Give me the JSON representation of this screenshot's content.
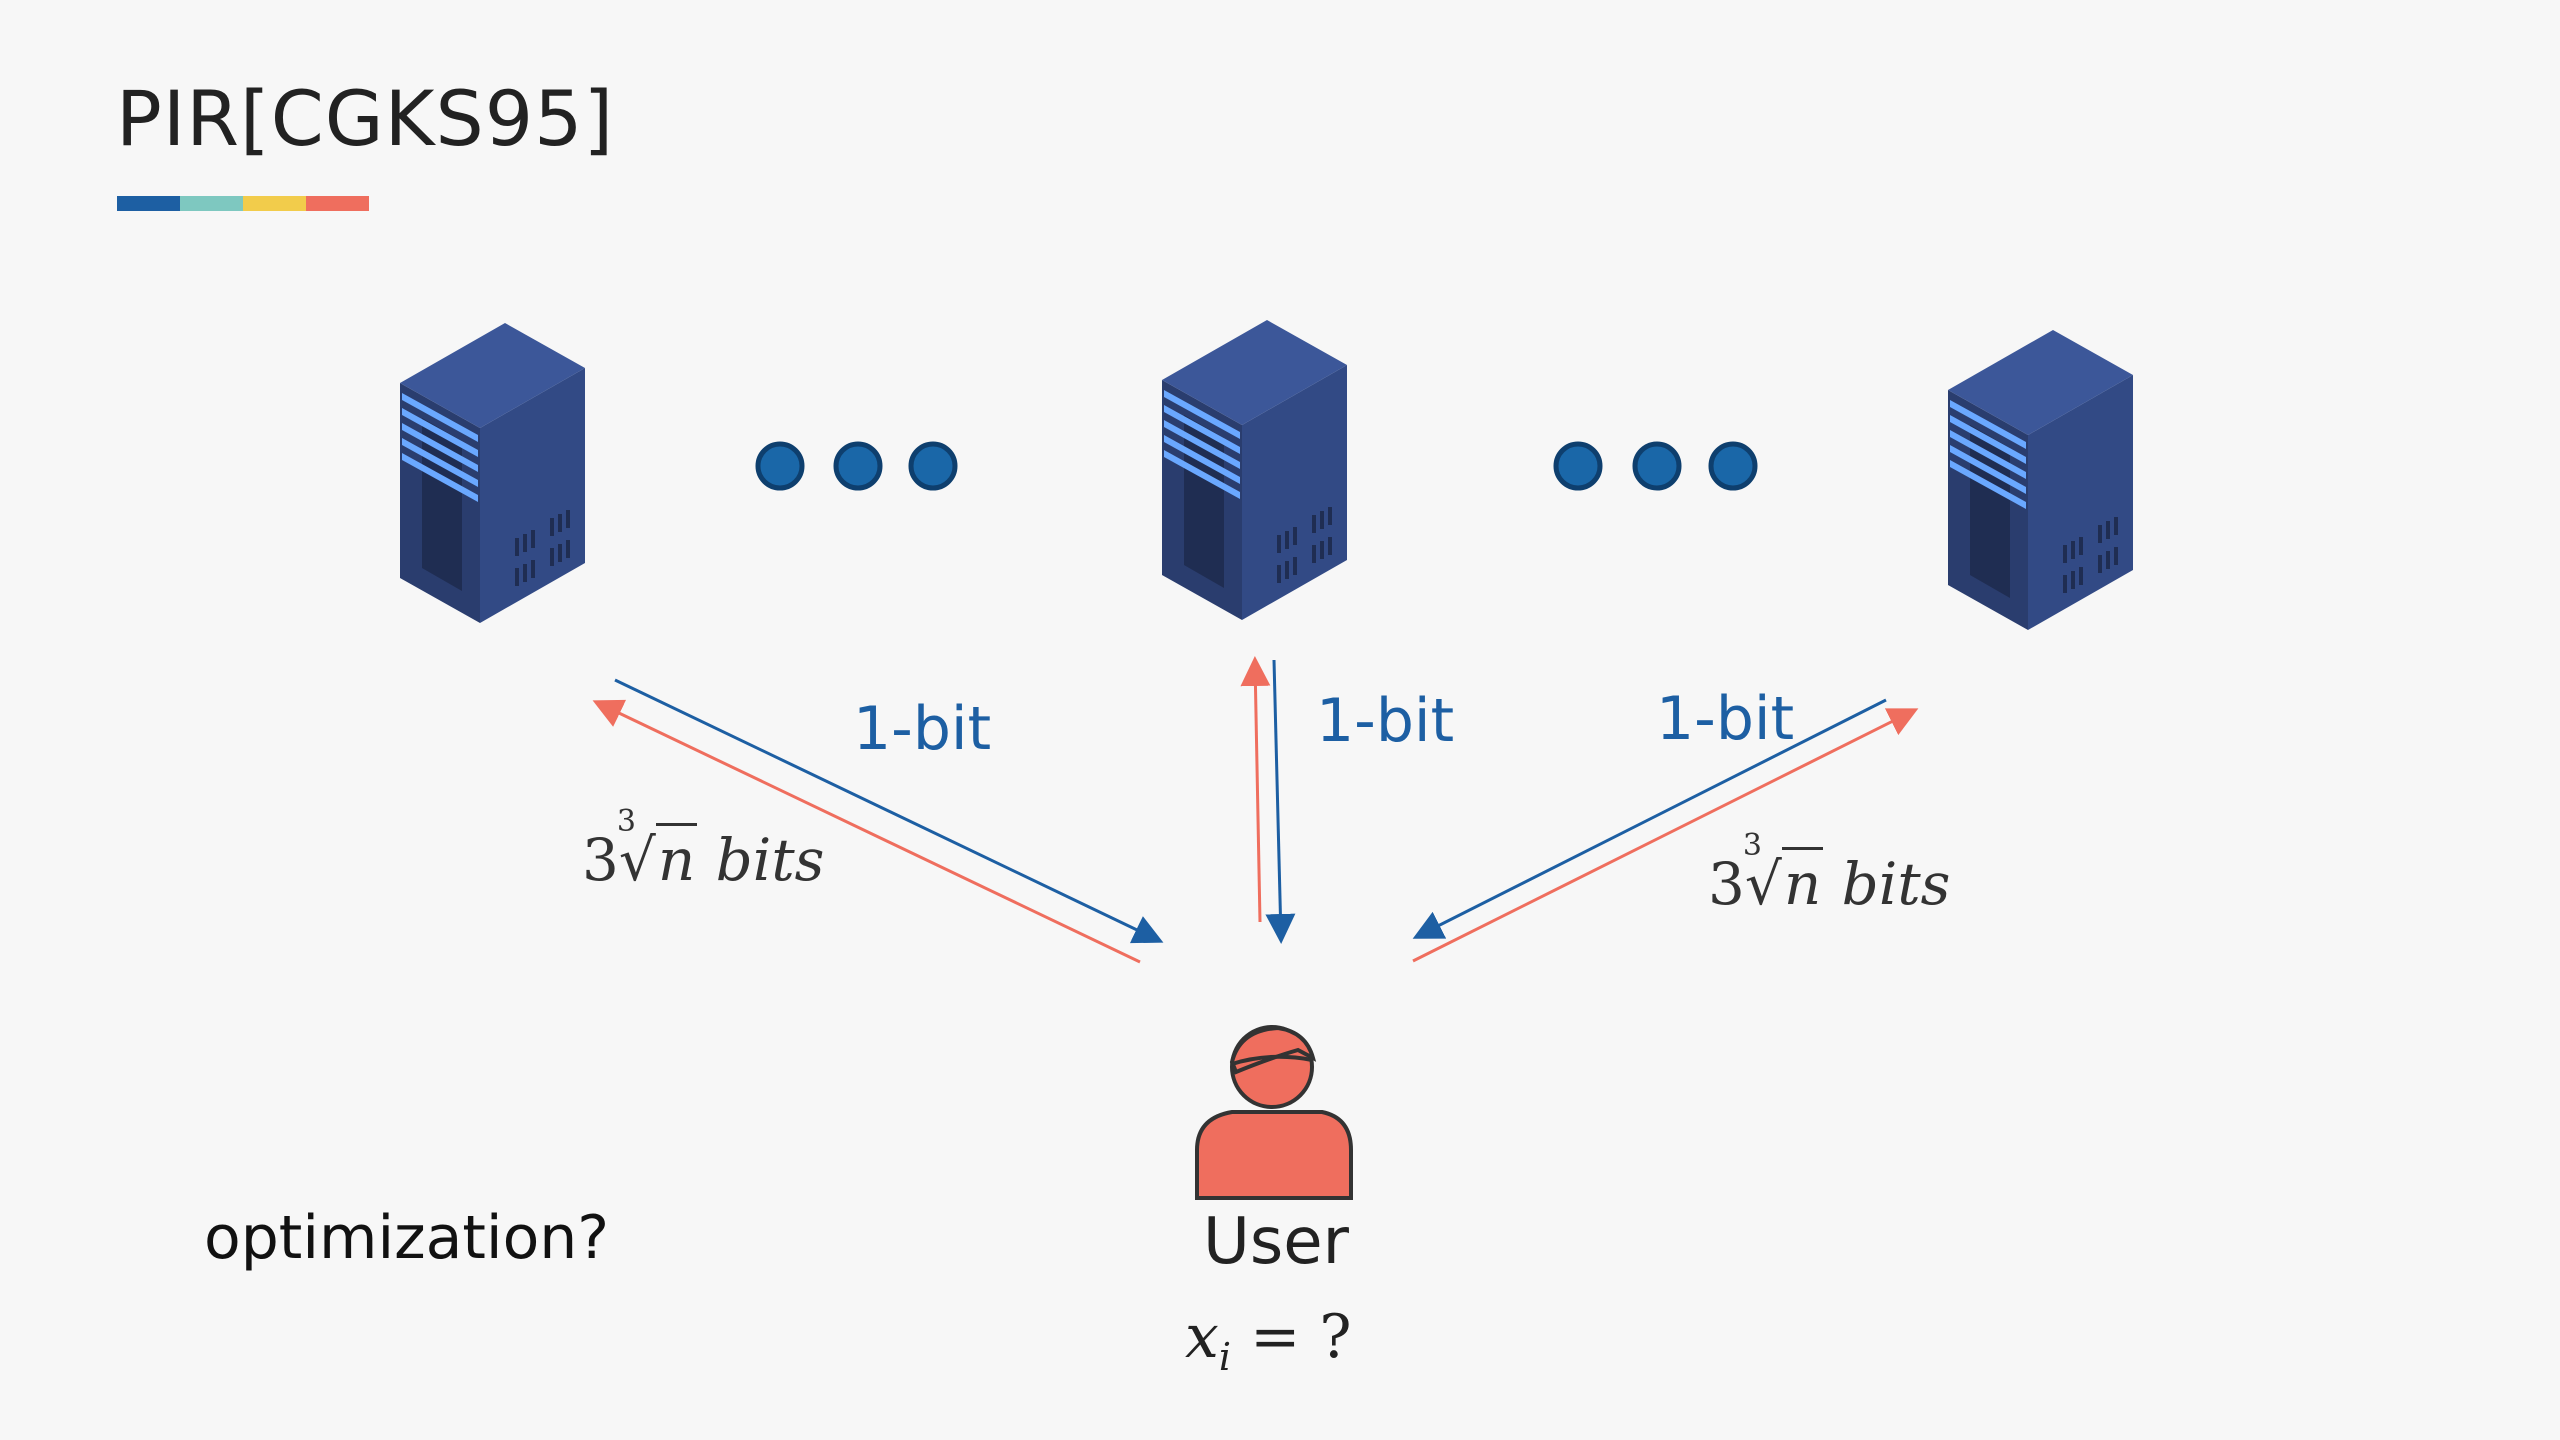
{
  "slide": {
    "title": "PIR[CGKS95]",
    "accent_colors": [
      "#1d5fa3",
      "#7ec8c0",
      "#f2cc4b",
      "#ef6e5e"
    ]
  },
  "labels": {
    "left_up": "1-bit",
    "center_up": "1-bit",
    "right_up": "1-bit",
    "left_down_coef": "3",
    "left_down_root_index": "3",
    "left_down_var": "n",
    "left_down_unit": "bits",
    "right_down_coef": "3",
    "right_down_root_index": "3",
    "right_down_var": "n",
    "right_down_unit": "bits"
  },
  "user": {
    "label": "User",
    "query_var": "x",
    "query_sub": "i",
    "query_rest": " = ?"
  },
  "footer": {
    "question": "optimization?"
  },
  "icons": {
    "servers": [
      "server-icon",
      "server-icon",
      "server-icon"
    ],
    "ellipsis": [
      "ellipsis-dots-icon",
      "ellipsis-dots-icon"
    ],
    "user": "user-icon"
  },
  "colors": {
    "query_arrow": "#1d5fa3",
    "answer_arrow": "#ef6e5e",
    "server_body": "#2f4479",
    "server_light": "#6aa8ff",
    "dot": "#1a67a8",
    "user": "#ef6e5e"
  }
}
